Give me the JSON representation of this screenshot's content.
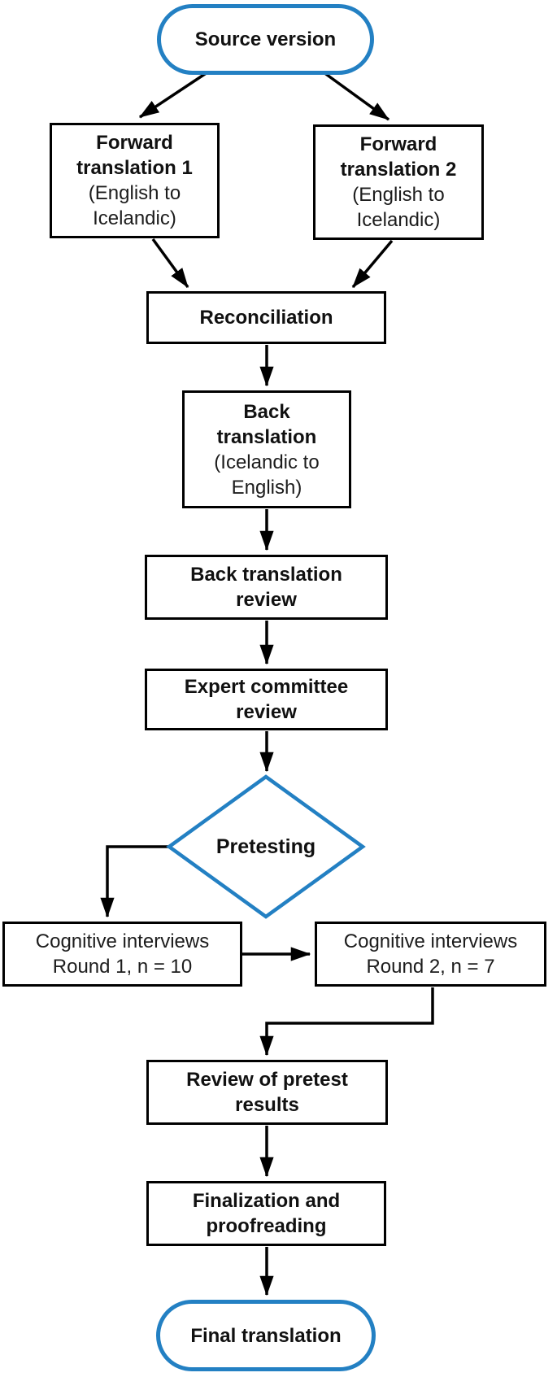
{
  "colors": {
    "accent_blue": "#2380C3",
    "line": "#000000",
    "text": "#111111",
    "background": "#FFFFFF"
  },
  "nodes": {
    "source": {
      "type": "terminator",
      "label": "Source version"
    },
    "ft1": {
      "type": "process",
      "lines": [
        "Forward",
        "translation 1",
        "(English to",
        "Icelandic)"
      ]
    },
    "ft2": {
      "type": "process",
      "lines": [
        "Forward",
        "translation 2",
        "(English to",
        "Icelandic)"
      ]
    },
    "reconciliation": {
      "type": "process",
      "label": "Reconciliation"
    },
    "back_translation": {
      "type": "process",
      "lines": [
        "Back",
        "translation",
        "(Icelandic to",
        "English)"
      ]
    },
    "back_translation_review": {
      "type": "process",
      "lines": [
        "Back translation",
        "review"
      ]
    },
    "expert_committee_review": {
      "type": "process",
      "lines": [
        "Expert committee",
        "review"
      ]
    },
    "pretesting": {
      "type": "decision",
      "label": "Pretesting"
    },
    "cognitive_round1": {
      "type": "process",
      "lines": [
        "Cognitive interviews",
        "Round 1, n = 10"
      ]
    },
    "cognitive_round2": {
      "type": "process",
      "lines": [
        "Cognitive interviews",
        "Round 2, n = 7"
      ]
    },
    "review_pretest": {
      "type": "process",
      "lines": [
        "Review of pretest",
        "results"
      ]
    },
    "finalization": {
      "type": "process",
      "lines": [
        "Finalization and",
        "proofreading"
      ]
    },
    "final": {
      "type": "terminator",
      "label": "Final translation"
    }
  },
  "edges": [
    {
      "from": "source",
      "to": "ft1"
    },
    {
      "from": "source",
      "to": "ft2"
    },
    {
      "from": "ft1",
      "to": "reconciliation"
    },
    {
      "from": "ft2",
      "to": "reconciliation"
    },
    {
      "from": "reconciliation",
      "to": "back_translation"
    },
    {
      "from": "back_translation",
      "to": "back_translation_review"
    },
    {
      "from": "back_translation_review",
      "to": "expert_committee_review"
    },
    {
      "from": "expert_committee_review",
      "to": "pretesting"
    },
    {
      "from": "pretesting",
      "to": "cognitive_round1"
    },
    {
      "from": "cognitive_round1",
      "to": "cognitive_round2"
    },
    {
      "from": "cognitive_round2",
      "to": "review_pretest"
    },
    {
      "from": "review_pretest",
      "to": "finalization"
    },
    {
      "from": "finalization",
      "to": "final"
    }
  ]
}
